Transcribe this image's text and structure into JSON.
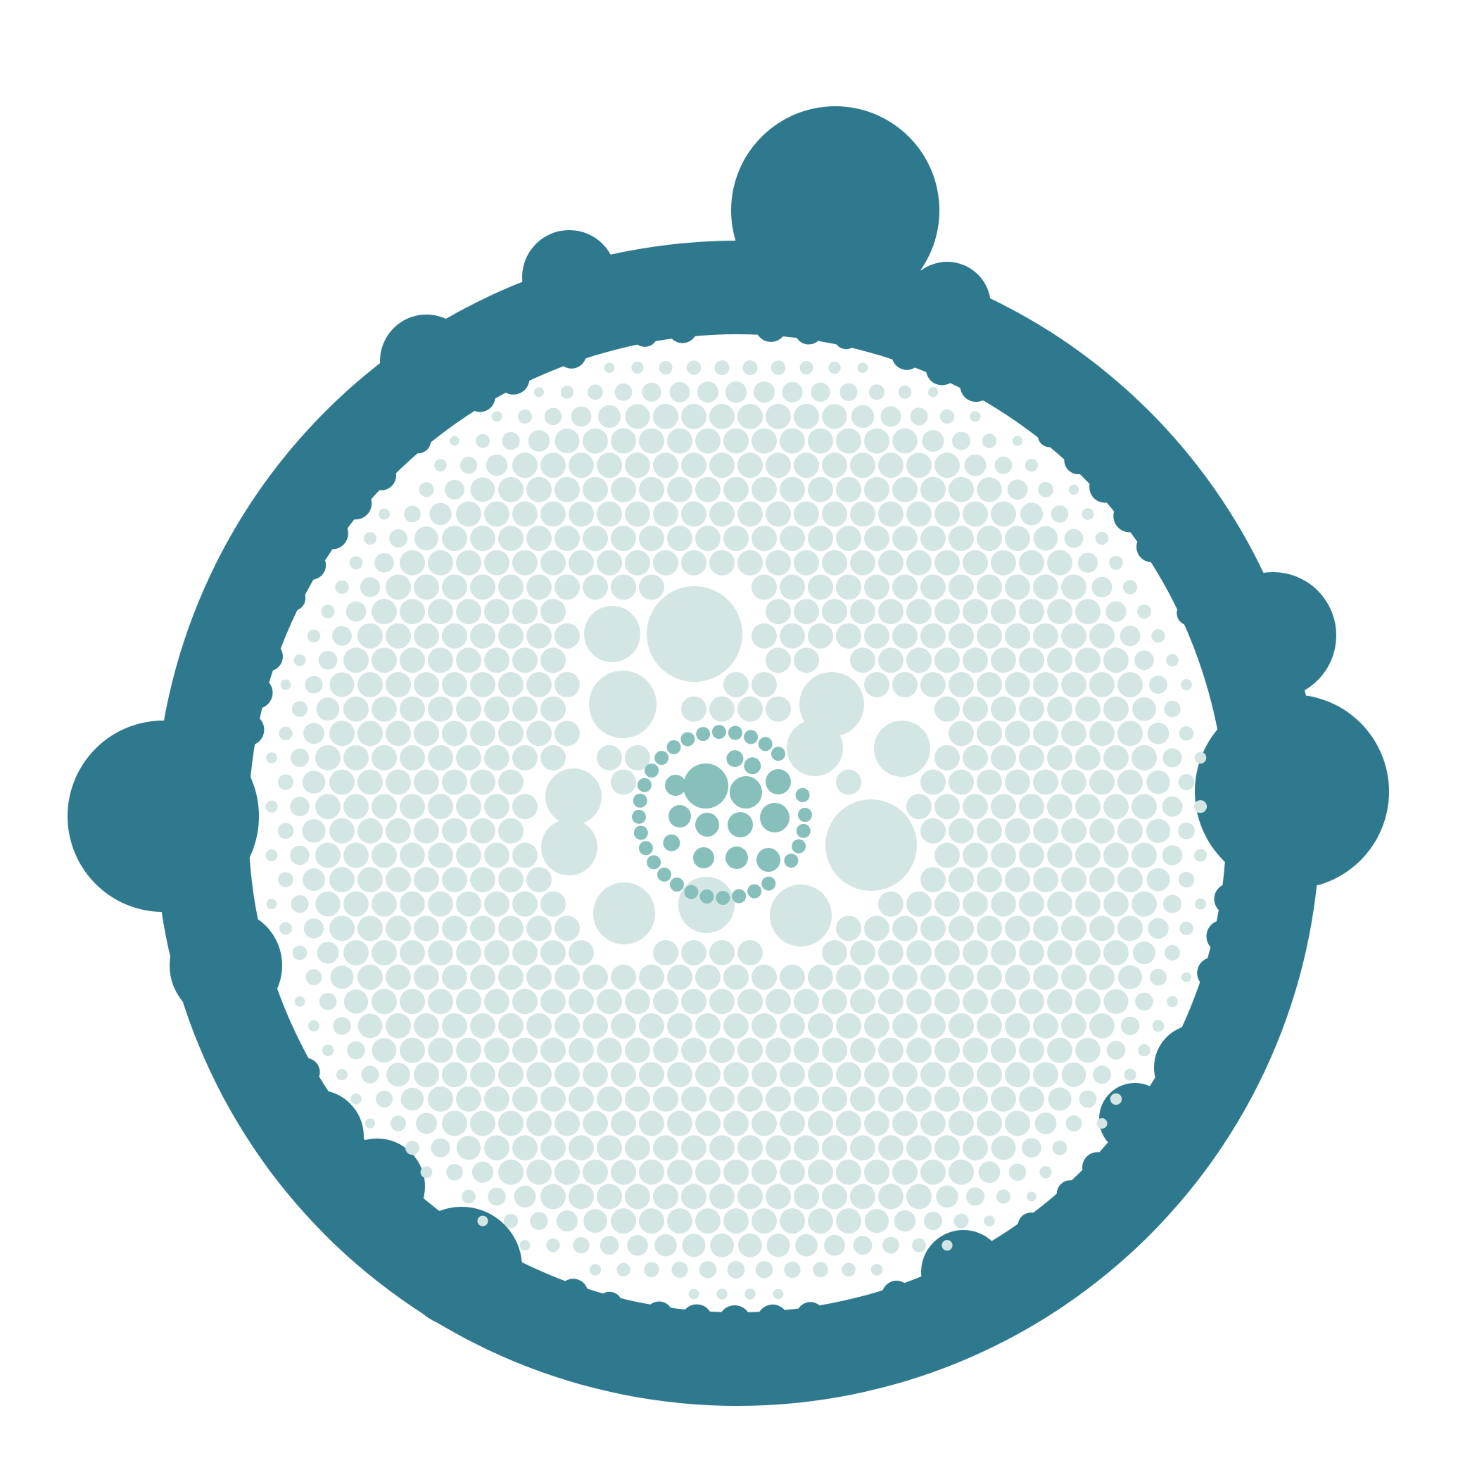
{
  "diagram": {
    "type": "circle-packing",
    "levels": [
      {
        "name": "outer-ring",
        "color": "#2e798d"
      },
      {
        "name": "middle-disc",
        "color": "#d3e6e4"
      },
      {
        "name": "core-cluster",
        "color": "#87c0ba"
      }
    ],
    "background": "#ffffff"
  }
}
